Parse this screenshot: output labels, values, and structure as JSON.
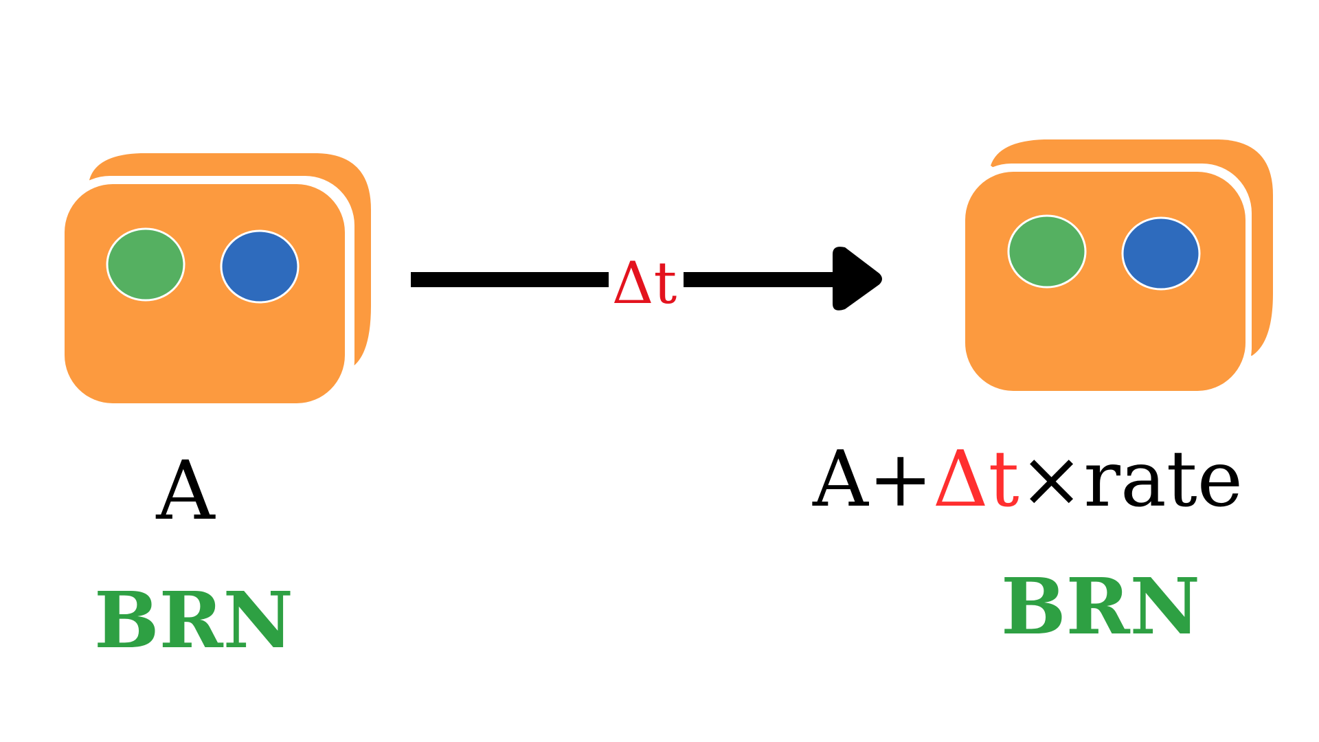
{
  "diagram": {
    "left_state": {
      "value_label": "A",
      "group_label": "BRN"
    },
    "transition": {
      "step_label": "Δt"
    },
    "right_state": {
      "value_prefix": "A+",
      "delta_label": "Δt",
      "operator_label": "×rate",
      "group_label": "BRN"
    },
    "colors": {
      "card": "#fc9a3f",
      "card_outline": "#ffffff",
      "green_dot": "#55b061",
      "blue_dot": "#2e6bbd",
      "arrow": "#000000",
      "delta_small": "#e3131e",
      "delta_large": "#ff2f2f",
      "group_text": "#2ea043",
      "main_text": "#000000"
    }
  }
}
